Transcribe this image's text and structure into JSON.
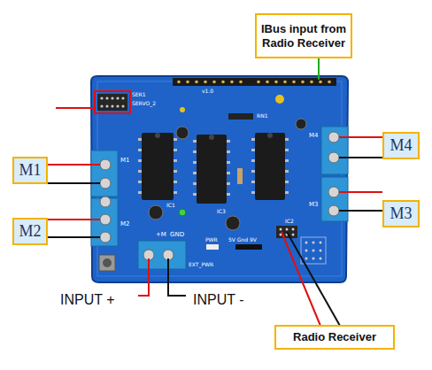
{
  "diagram": {
    "nodes": [
      {
        "text": [
          "IBus input from Radio Receiver"
        ]
      },
      {
        "text": [
          "M1"
        ]
      },
      {
        "text": [
          "M2"
        ]
      },
      {
        "text": [
          "M4"
        ]
      },
      {
        "text": [
          "M3"
        ]
      },
      {
        "text": [
          "Radio Receiver"
        ]
      }
    ],
    "labels": [
      "INPUT +",
      "INPUT -",
      "SER1",
      "SERVO_2",
      "M1",
      "M2",
      "M4",
      "M3",
      "IC1",
      "IC3",
      "IC2",
      "+M",
      "GND",
      "PWR",
      "5V Gnd 9V",
      "EXT_PWR",
      "RN1",
      "v1.0"
    ]
  }
}
